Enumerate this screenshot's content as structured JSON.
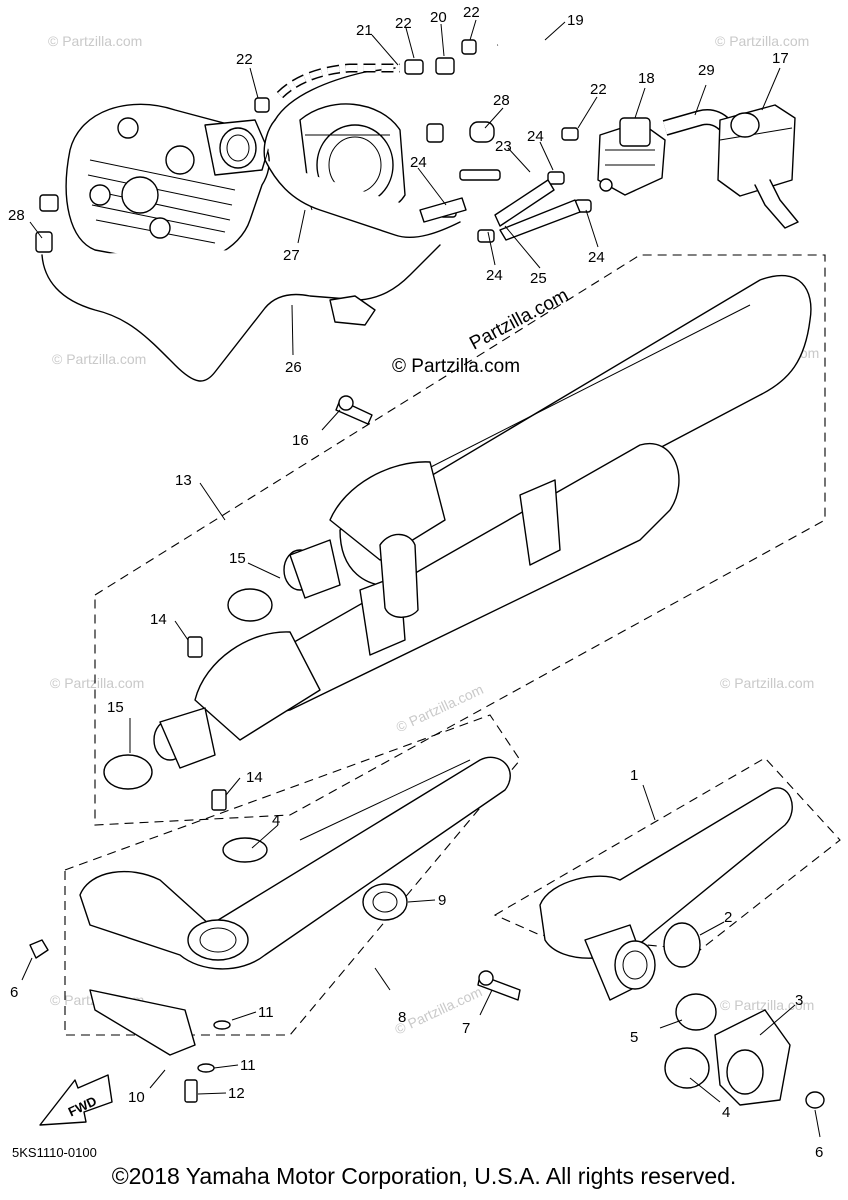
{
  "callouts": [
    {
      "num": "1"
    },
    {
      "num": "2"
    },
    {
      "num": "3"
    },
    {
      "num": "4"
    },
    {
      "num": "4"
    },
    {
      "num": "5"
    },
    {
      "num": "6"
    },
    {
      "num": "6"
    },
    {
      "num": "7"
    },
    {
      "num": "8"
    },
    {
      "num": "9"
    },
    {
      "num": "10"
    },
    {
      "num": "11"
    },
    {
      "num": "11"
    },
    {
      "num": "12"
    },
    {
      "num": "13"
    },
    {
      "num": "14"
    },
    {
      "num": "14"
    },
    {
      "num": "15"
    },
    {
      "num": "15"
    },
    {
      "num": "16"
    },
    {
      "num": "17"
    },
    {
      "num": "18"
    },
    {
      "num": "19"
    },
    {
      "num": "20"
    },
    {
      "num": "21"
    },
    {
      "num": "22"
    },
    {
      "num": "22"
    },
    {
      "num": "22"
    },
    {
      "num": "22"
    },
    {
      "num": "23"
    },
    {
      "num": "24"
    },
    {
      "num": "24"
    },
    {
      "num": "24"
    },
    {
      "num": "24"
    },
    {
      "num": "25"
    },
    {
      "num": "26"
    },
    {
      "num": "27"
    },
    {
      "num": "28"
    },
    {
      "num": "28"
    },
    {
      "num": "29"
    }
  ],
  "watermark": "© Partzilla.com",
  "partzilla_label_top": "Partzilla.com",
  "partzilla_label_bottom": "© Partzilla.com",
  "fwd_label": "FWD",
  "diagram_code": "5KS1110-0100",
  "copyright": "©2018 Yamaha Motor Corporation, U.S.A. All rights reserved."
}
